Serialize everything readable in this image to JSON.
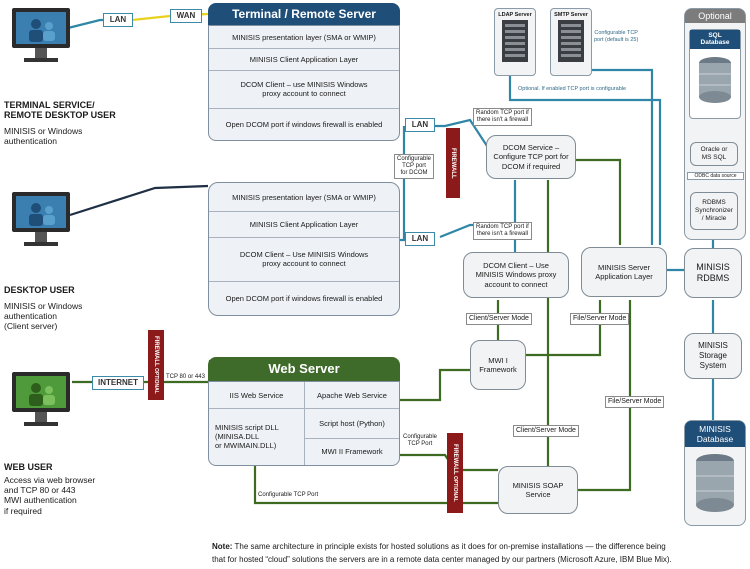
{
  "network": {
    "lan": "LAN",
    "wan": "WAN",
    "internet": "INTERNET"
  },
  "users": {
    "terminal": {
      "title_1": "TERMINAL SERVICE/",
      "title_2": "REMOTE DESKTOP USER",
      "sub_1": "MINISIS or Windows",
      "sub_2": "authentication"
    },
    "desktop": {
      "title": "DESKTOP USER",
      "sub_1": "MINISIS or Windows",
      "sub_2": "authentication",
      "sub_3": "(Client server)"
    },
    "web": {
      "title": "WEB USER",
      "sub_1": "Access via web browser",
      "sub_2": "and TCP 80 or 443",
      "sub_3": "MWI authentication",
      "sub_4": "if required"
    }
  },
  "terminal_server": {
    "title": "Terminal / Remote Server",
    "rows": [
      "MINISIS presentation layer (SMA or WMIP)",
      "MINISIS Client Application Layer",
      "DCOM Client – use MINISIS Windows",
      "proxy account to connect",
      "Open DCOM  port if windows firewall is enabled"
    ]
  },
  "desktop_client": {
    "rows": [
      "MINISIS presentation layer (SMA or WMIP)",
      "MINISIS Client Application Layer",
      "DCOM Client – Use MINISIS Windows",
      "proxy account to connect",
      "Open DCOM  port if windows firewall is enabled"
    ]
  },
  "web_server": {
    "title": "Web Server",
    "left": [
      "IIS Web Service",
      "MINISIS script DLL",
      "(MINISA.DLL",
      "or MWIMAIN.DLL)"
    ],
    "right": [
      "Apache Web Service",
      "Script host (Python)",
      "MWI II Framework"
    ]
  },
  "servers": {
    "ldap": "LDAP Server",
    "smtp": "SMTP Server"
  },
  "labels": {
    "smtp_port_1": "Configurable TCP",
    "smtp_port_2": "port (default is 25)",
    "ldap_note": "Optional. If enabled TCP port is configurable",
    "random_tcp_1a": "Random TCP port if",
    "random_tcp_1b": "there isn't a firewall",
    "random_tcp_2a": "Random TCP port if",
    "random_tcp_2b": "there isn't a firewall",
    "dcom_port_1": "Configurable",
    "dcom_port_2": "TCP port",
    "dcom_port_3": "for DCOM",
    "tcp80": "TCP 80 or 443",
    "web_port_1": "Configurable",
    "web_port_2": "TCP Port",
    "cfg_tcp_port": "Configurable TCP Port",
    "cs_mode_1": "Client/Server Mode",
    "fs_mode_1": "File/Server Mode",
    "cs_mode_2": "Client/Server Mode",
    "fs_mode_2": "File/Server Mode"
  },
  "firewall": {
    "label": "FIREWALL",
    "optional": "OPTIONAL"
  },
  "nodes": {
    "dcom_service_1": "DCOM Service –",
    "dcom_service_2": "Configure TCP port for",
    "dcom_service_3": "DCOM if required",
    "dcom_client_1": "DCOM Client – Use",
    "dcom_client_2": "MINISIS Windows proxy",
    "dcom_client_3": "account to connect",
    "app_layer_1": "MINISIS Server",
    "app_layer_2": "Application Layer",
    "mwi_1": "MWI I",
    "mwi_2": "Framework",
    "soap_1": "MINISIS SOAP",
    "soap_2": "Service",
    "rdbms_1": "MINISIS",
    "rdbms_2": "RDBMS",
    "storage_1": "MINISIS",
    "storage_2": "Storage",
    "storage_3": "System"
  },
  "optional_panel": {
    "title": "Optional",
    "sql_1": "SQL",
    "sql_2": "Database",
    "oracle_1": "Oracle or",
    "oracle_2": "MS SQL",
    "odbc": "ODBC data source",
    "sync_1": "RDBMS",
    "sync_2": "Synchronizer",
    "sync_3": "/ Miracle"
  },
  "minisis_db": {
    "title_1": "MINISIS",
    "title_2": "Database"
  },
  "note": {
    "label": "Note:",
    "line_1": " The same architecture in principle exists for hosted solutions as it does for on-premise installations — the difference being",
    "line_2": "that for hosted “cloud” solutions the servers are in a remote data center managed by our partners (Microsoft Azure, IBM Blue Mix)."
  },
  "colors": {
    "navy": "#1f4e79",
    "web_green": "#3f6b2a",
    "wire_blue": "#2f86a6",
    "wire_green": "#3d6b22",
    "firewall": "#8c1a1a"
  }
}
